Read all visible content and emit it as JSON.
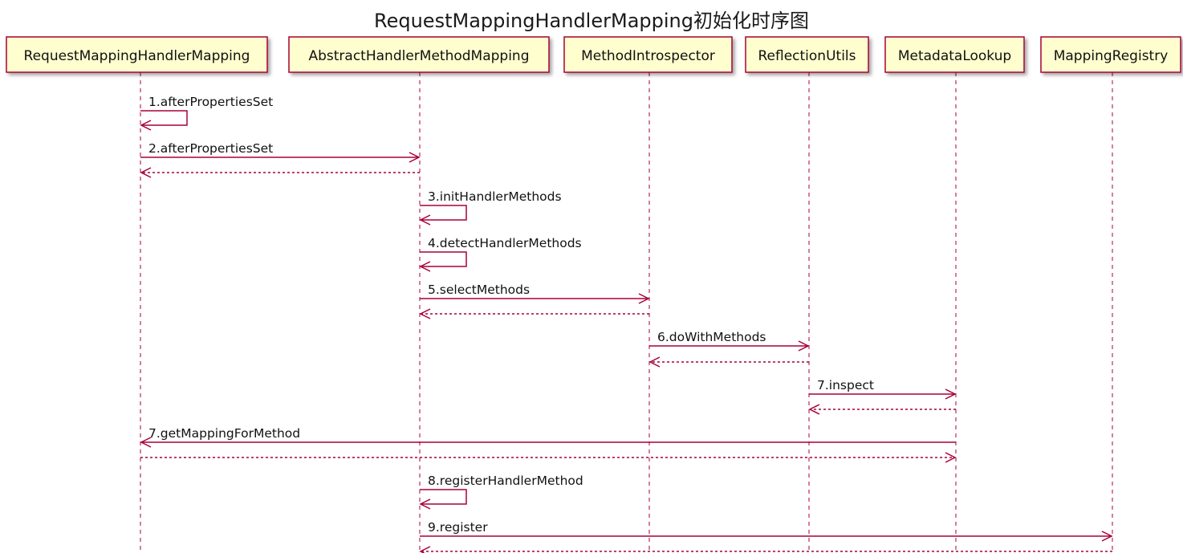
{
  "diagram": {
    "title": "RequestMappingHandlerMapping初始化时序图",
    "colors": {
      "participant_fill": "#FEFECE",
      "participant_border": "#A80036",
      "arrow": "#A80036",
      "lifeline": "#A80036",
      "text": "#111111"
    },
    "participants": [
      "RequestMappingHandlerMapping",
      "AbstractHandlerMethodMapping",
      "MethodIntrospector",
      "ReflectionUtils",
      "MetadataLookup",
      "MappingRegistry"
    ],
    "messages": [
      {
        "label": "1.afterPropertiesSet",
        "from": 0,
        "to": 0,
        "style": "self"
      },
      {
        "label": "2.afterPropertiesSet",
        "from": 0,
        "to": 1,
        "style": "solid"
      },
      {
        "label": "",
        "from": 1,
        "to": 0,
        "style": "dashed"
      },
      {
        "label": "3.initHandlerMethods",
        "from": 1,
        "to": 1,
        "style": "self"
      },
      {
        "label": "4.detectHandlerMethods",
        "from": 1,
        "to": 1,
        "style": "self"
      },
      {
        "label": "5.selectMethods",
        "from": 1,
        "to": 2,
        "style": "solid"
      },
      {
        "label": "",
        "from": 2,
        "to": 1,
        "style": "dashed"
      },
      {
        "label": "6.doWithMethods",
        "from": 2,
        "to": 3,
        "style": "solid"
      },
      {
        "label": "",
        "from": 3,
        "to": 2,
        "style": "dashed"
      },
      {
        "label": "7.inspect",
        "from": 3,
        "to": 4,
        "style": "solid"
      },
      {
        "label": "",
        "from": 4,
        "to": 3,
        "style": "dashed"
      },
      {
        "label": "7.getMappingForMethod",
        "from": 4,
        "to": 0,
        "style": "solid"
      },
      {
        "label": "",
        "from": 0,
        "to": 4,
        "style": "dashed"
      },
      {
        "label": "8.registerHandlerMethod",
        "from": 1,
        "to": 1,
        "style": "self"
      },
      {
        "label": "9.register",
        "from": 1,
        "to": 5,
        "style": "solid"
      },
      {
        "label": "",
        "from": 5,
        "to": 1,
        "style": "dashed"
      }
    ]
  }
}
